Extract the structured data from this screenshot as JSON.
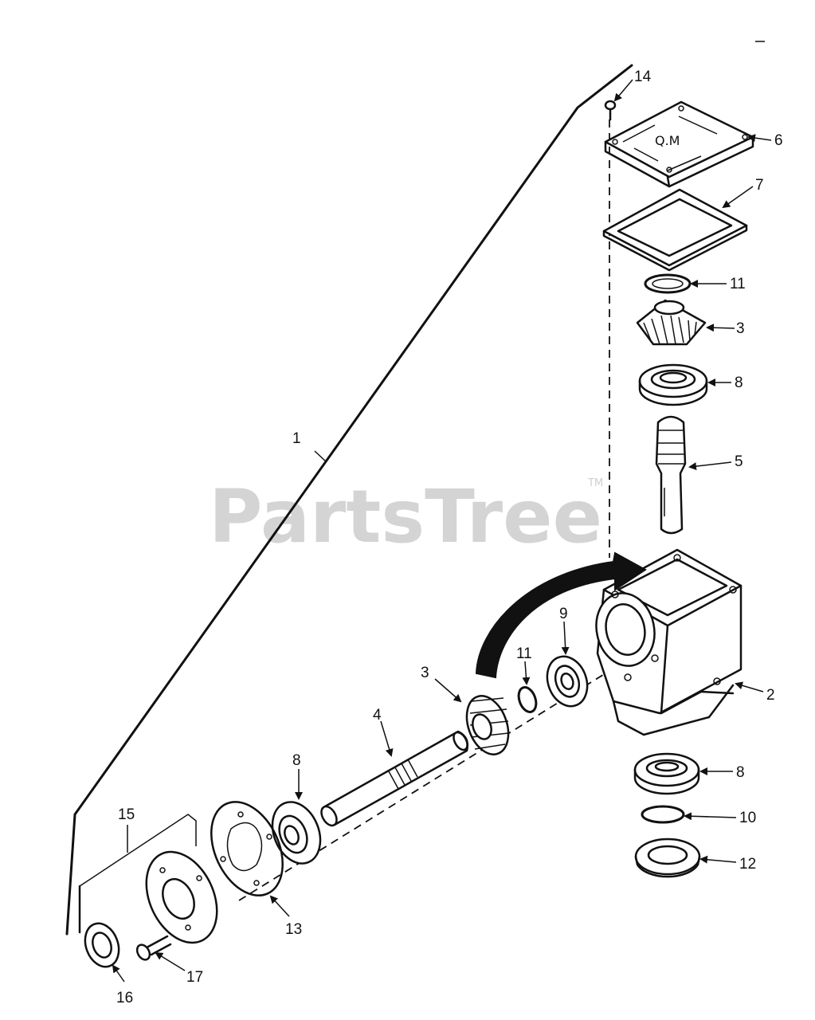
{
  "watermark": {
    "text": "PartsTree",
    "trademark": "TM"
  },
  "callouts": [
    {
      "id": "1",
      "text": "1"
    },
    {
      "id": "2",
      "text": "2"
    },
    {
      "id": "3a",
      "text": "3"
    },
    {
      "id": "3b",
      "text": "3"
    },
    {
      "id": "4",
      "text": "4"
    },
    {
      "id": "5",
      "text": "5"
    },
    {
      "id": "6",
      "text": "6"
    },
    {
      "id": "7",
      "text": "7"
    },
    {
      "id": "8a",
      "text": "8"
    },
    {
      "id": "8b",
      "text": "8"
    },
    {
      "id": "8c",
      "text": "8"
    },
    {
      "id": "9",
      "text": "9"
    },
    {
      "id": "10",
      "text": "10"
    },
    {
      "id": "11a",
      "text": "11"
    },
    {
      "id": "11b",
      "text": "11"
    },
    {
      "id": "12",
      "text": "12"
    },
    {
      "id": "13",
      "text": "13"
    },
    {
      "id": "14",
      "text": "14"
    },
    {
      "id": "15",
      "text": "15"
    },
    {
      "id": "16",
      "text": "16"
    },
    {
      "id": "17",
      "text": "17"
    }
  ],
  "colors": {
    "ink": "#111111",
    "watermark": "#d4d4d4",
    "background": "#ffffff"
  }
}
